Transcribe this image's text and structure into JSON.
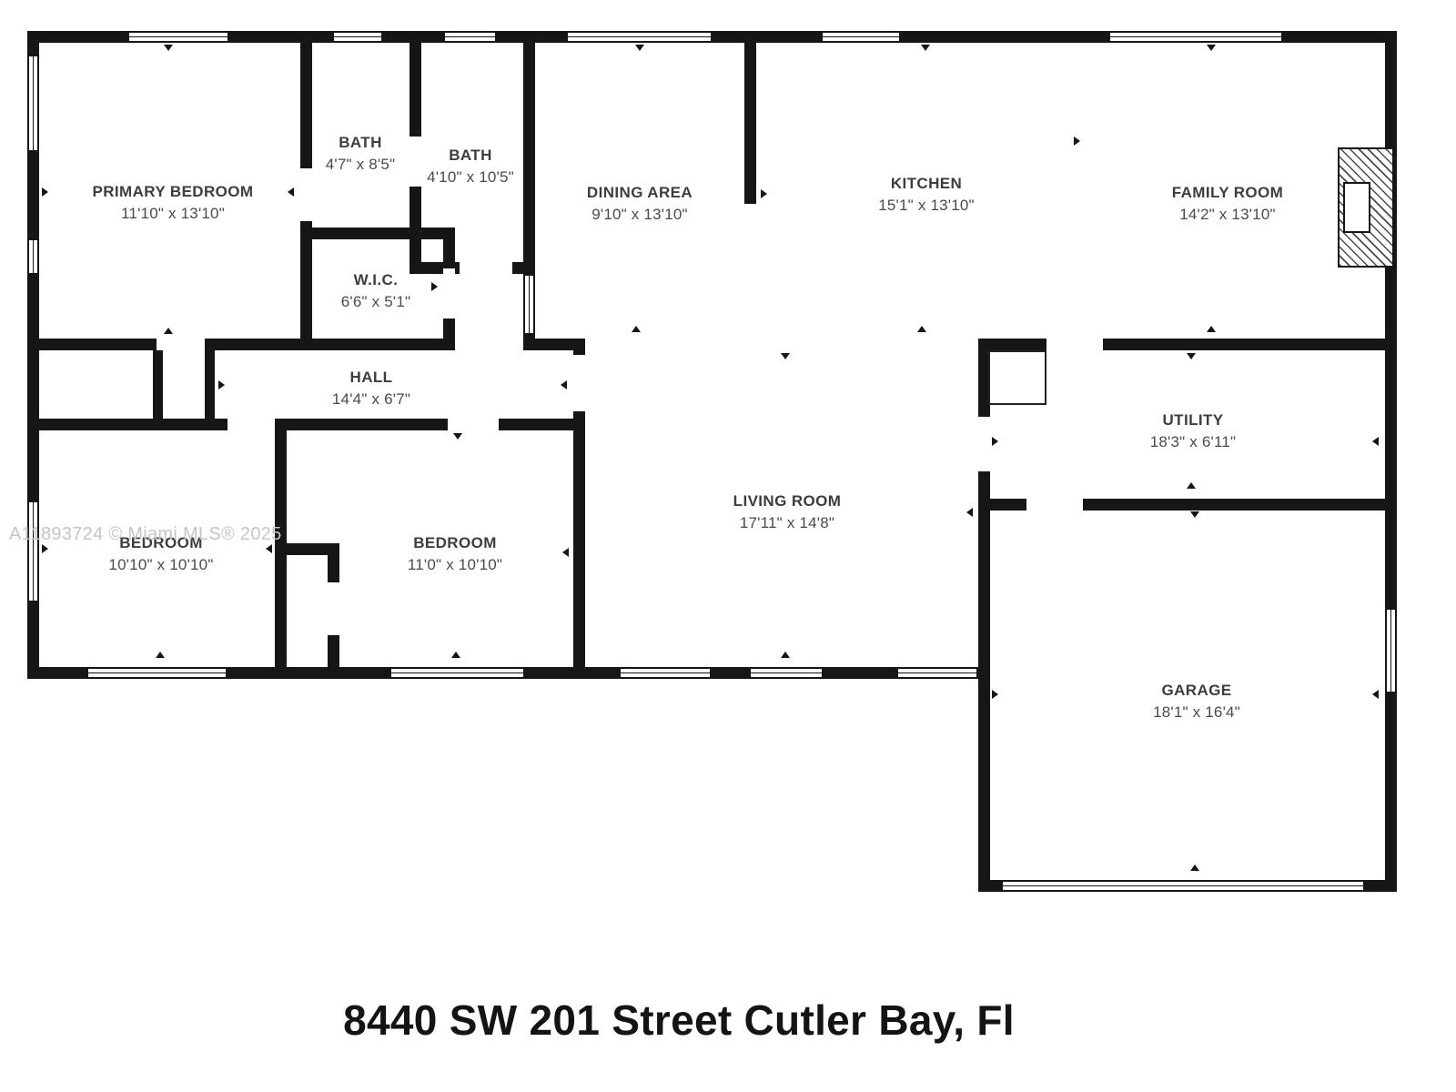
{
  "address_title": "8440 SW 201 Street Cutler Bay, Fl",
  "watermark": "A11893724 © Miami MLS® 2025",
  "rooms": {
    "primary_bedroom": {
      "name": "PRIMARY BEDROOM",
      "dims": "11'10\" x 13'10\""
    },
    "bath1": {
      "name": "BATH",
      "dims": "4'7\" x 8'5\""
    },
    "bath2": {
      "name": "BATH",
      "dims": "4'10\" x 10'5\""
    },
    "dining": {
      "name": "DINING AREA",
      "dims": "9'10\" x 13'10\""
    },
    "kitchen": {
      "name": "KITCHEN",
      "dims": "15'1\" x 13'10\""
    },
    "family": {
      "name": "FAMILY ROOM",
      "dims": "14'2\" x 13'10\""
    },
    "wic": {
      "name": "W.I.C.",
      "dims": "6'6\" x 5'1\""
    },
    "hall": {
      "name": "HALL",
      "dims": "14'4\" x 6'7\""
    },
    "utility": {
      "name": "UTILITY",
      "dims": "18'3\" x 6'11\""
    },
    "bedroom1": {
      "name": "BEDROOM",
      "dims": "10'10\" x 10'10\""
    },
    "bedroom2": {
      "name": "BEDROOM",
      "dims": "11'0\" x 10'10\""
    },
    "living": {
      "name": "LIVING ROOM",
      "dims": "17'11\" x 14'8\""
    },
    "garage": {
      "name": "GARAGE",
      "dims": "18'1\" x 16'4\""
    }
  },
  "colors": {
    "wall": "#161616",
    "text": "#3d3d3d",
    "watermark": "#c5c5c5"
  }
}
